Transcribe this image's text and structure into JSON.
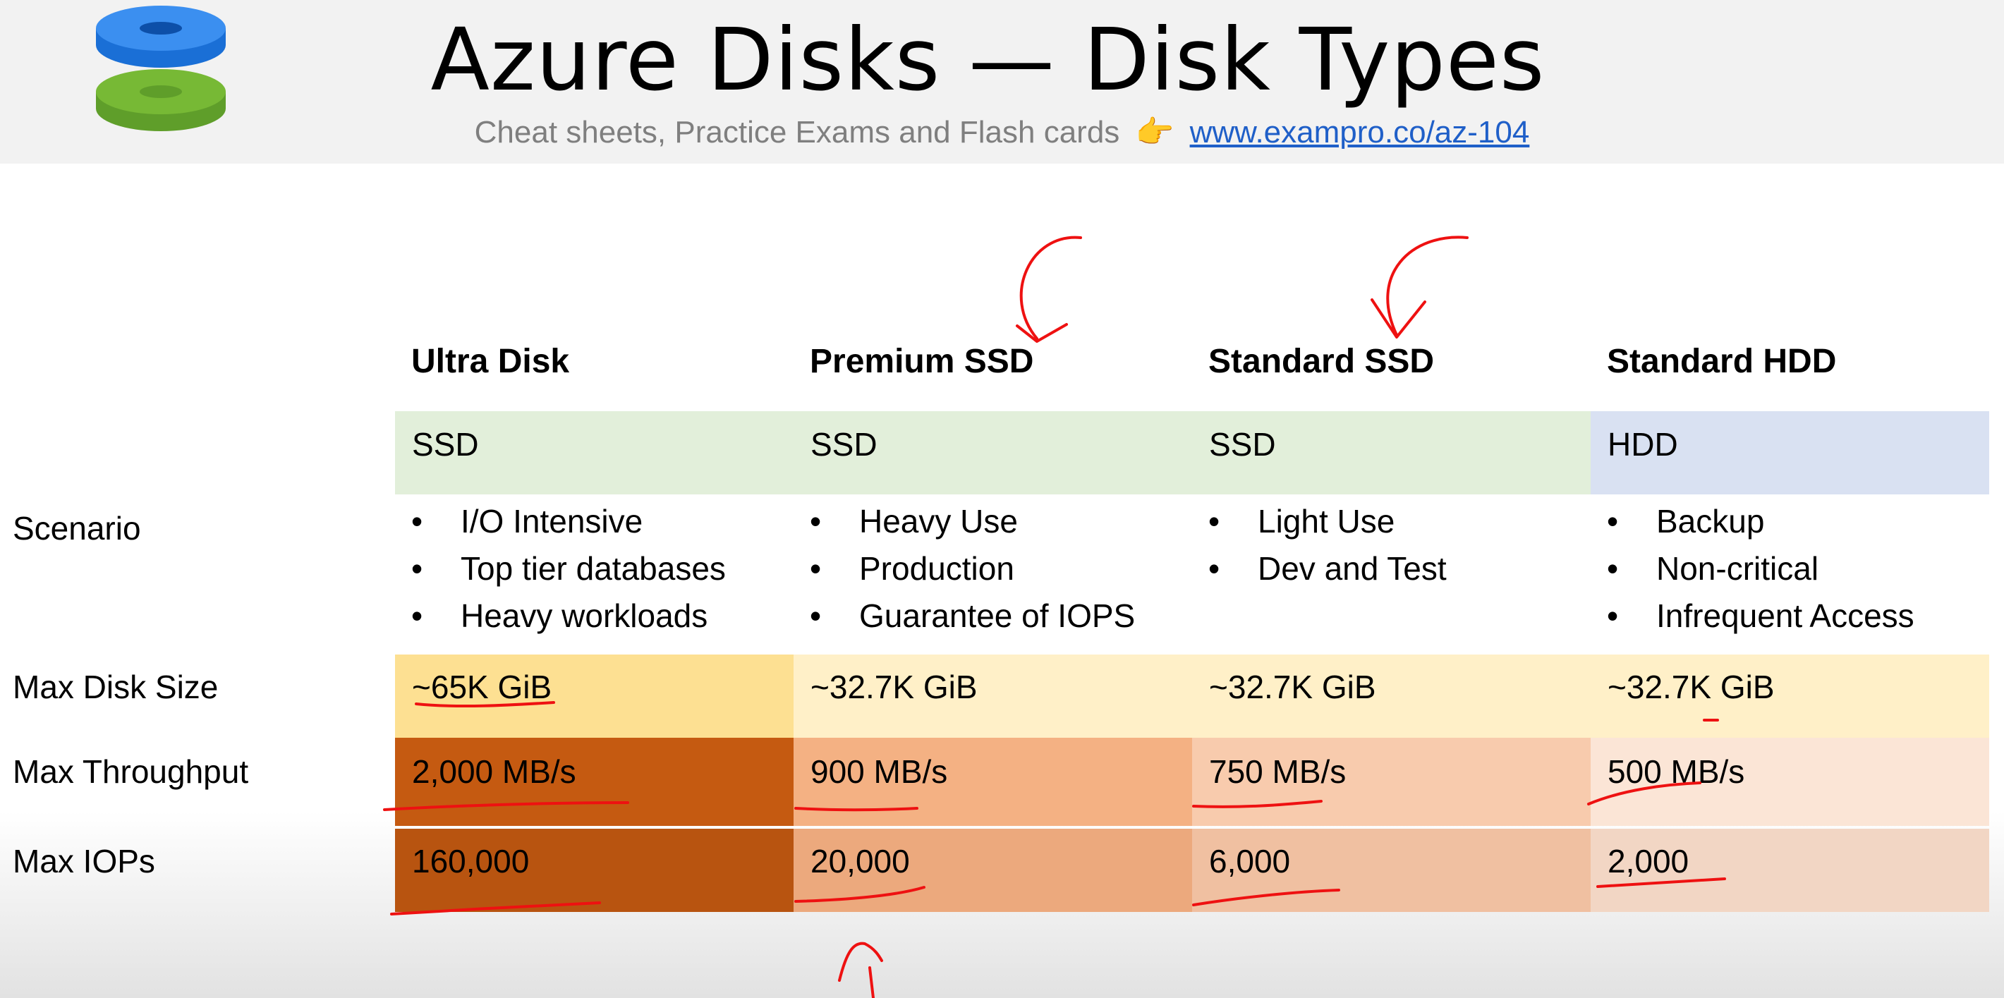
{
  "header": {
    "title": "Azure Disks — Disk Types",
    "subtitle": "Cheat sheets, Practice Exams and Flash cards",
    "pointer_glyph": "👉",
    "link": "www.exampro.co/az-104"
  },
  "columns": [
    {
      "name": "Ultra Disk",
      "media": "SSD",
      "scenario": [
        "I/O Intensive",
        "Top tier databases",
        "Heavy workloads"
      ],
      "max_disk_size": "~65K GiB",
      "max_throughput": "2,000 MB/s",
      "max_iops": "160,000"
    },
    {
      "name": "Premium SSD",
      "media": "SSD",
      "scenario": [
        "Heavy Use",
        "Production",
        "Guarantee of IOPS"
      ],
      "max_disk_size": "~32.7K GiB",
      "max_throughput": "900 MB/s",
      "max_iops": "20,000"
    },
    {
      "name": "Standard SSD",
      "media": "SSD",
      "scenario": [
        "Light Use",
        "Dev and Test"
      ],
      "max_disk_size": "~32.7K GiB",
      "max_throughput": "750 MB/s",
      "max_iops": "6,000"
    },
    {
      "name": "Standard HDD",
      "media": "HDD",
      "scenario": [
        "Backup",
        "Non-critical",
        "Infrequent Access"
      ],
      "max_disk_size": "~32.7K GiB",
      "max_throughput": "500 MB/s",
      "max_iops": "2,000"
    }
  ],
  "row_labels": {
    "scenario": "Scenario",
    "max_disk_size": "Max Disk Size",
    "max_throughput": "Max Throughput",
    "max_iops": "Max IOPs"
  },
  "colors": {
    "ssd_media": "#e2efda",
    "hdd_media": "#d9e1f2",
    "annotation_ink": "#ee1111",
    "link": "#1f5fc8"
  },
  "icons": {
    "logo": "stacked-disks-icon"
  }
}
